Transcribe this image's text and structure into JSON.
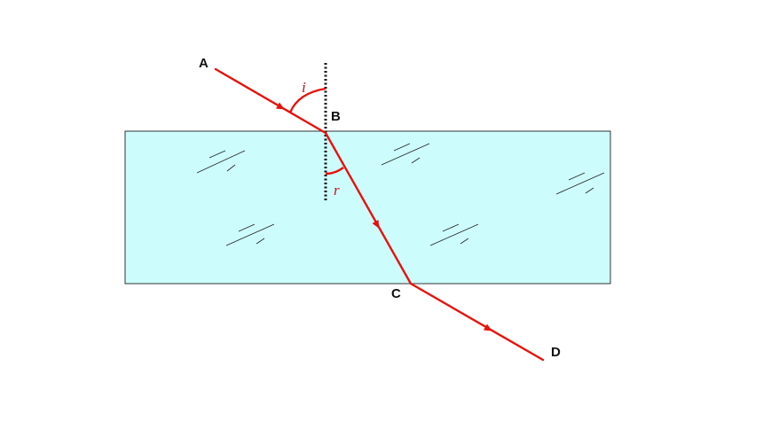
{
  "labels": {
    "A": "A",
    "B": "B",
    "C": "C",
    "D": "D",
    "incidence_angle": "i",
    "refraction_angle": "r"
  },
  "colors": {
    "ray": "#e8120c",
    "glass_fill": "#ccfdfc",
    "glass_border": "#333333",
    "normal_line": "#111111",
    "angle_label": "#cc1111"
  }
}
